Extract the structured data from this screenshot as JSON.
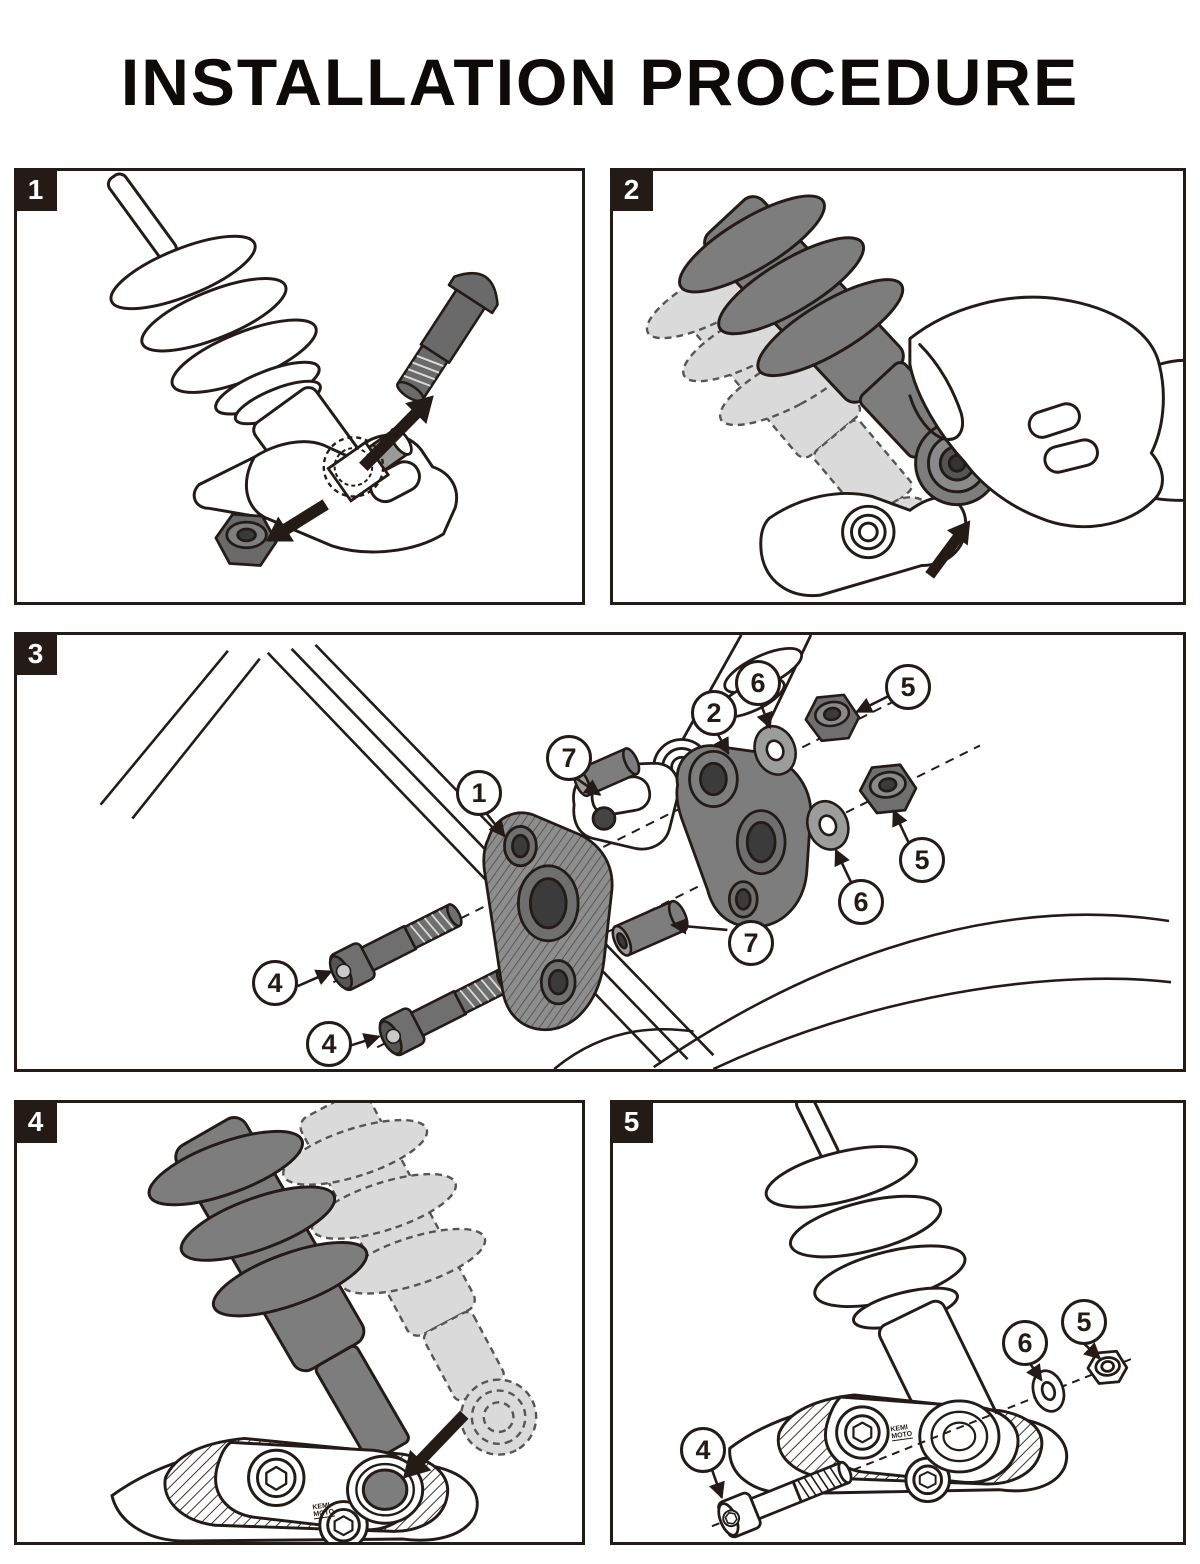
{
  "title": "INSTALLATION PROCEDURE",
  "ink_color": "#241b16",
  "part_gray": "#7d7d7d",
  "ghost_gray": "#dadada",
  "brand_logo": {
    "line1": "KEMI",
    "line2": "MOTO"
  },
  "panels": [
    {
      "number": "1"
    },
    {
      "number": "2"
    },
    {
      "number": "3",
      "callouts": [
        {
          "label": "1"
        },
        {
          "label": "7"
        },
        {
          "label": "2"
        },
        {
          "label": "6"
        },
        {
          "label": "5"
        },
        {
          "label": "5"
        },
        {
          "label": "6"
        },
        {
          "label": "7"
        },
        {
          "label": "4"
        },
        {
          "label": "4"
        }
      ]
    },
    {
      "number": "4"
    },
    {
      "number": "5",
      "callouts": [
        {
          "label": "4"
        },
        {
          "label": "6"
        },
        {
          "label": "5"
        }
      ]
    }
  ]
}
